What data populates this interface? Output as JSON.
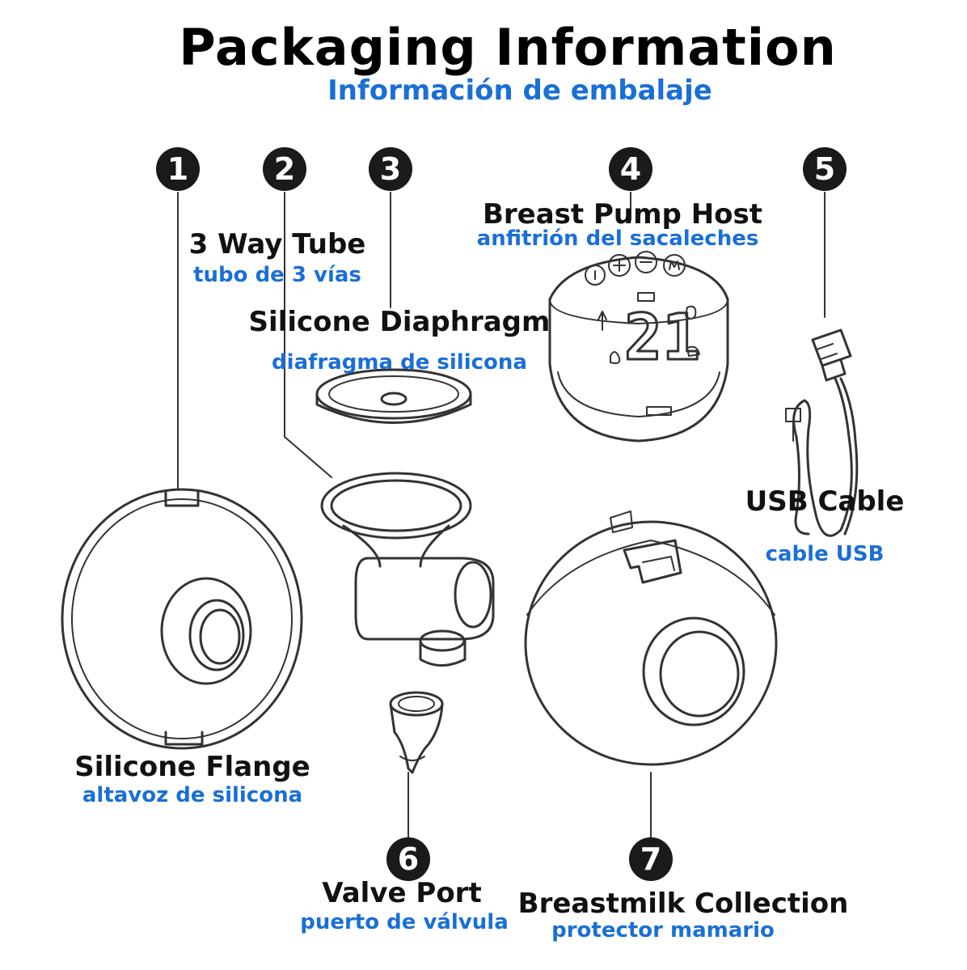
{
  "title": "Packaging Information",
  "subtitle": "Información de embalaje",
  "display_reading": "21",
  "parts": [
    {
      "number": "1",
      "name_en": "Silicone Flange",
      "name_es": "altavoz de silicona"
    },
    {
      "number": "2",
      "name_en": "3 Way Tube",
      "name_es": "tubo de 3 vías"
    },
    {
      "number": "3",
      "name_en": "Silicone Diaphragm",
      "name_es": "diafragma de silicona"
    },
    {
      "number": "4",
      "name_en": "Breast Pump Host",
      "name_es": "anfitrión del sacaleches"
    },
    {
      "number": "5",
      "name_en": "USB Cable",
      "name_es": "cable USB"
    },
    {
      "number": "6",
      "name_en": "Valve Port",
      "name_es": "puerto de válvula"
    },
    {
      "number": "7",
      "name_en": "Breastmilk Collection",
      "name_es": "protector mamario"
    }
  ],
  "colors": {
    "accent_blue": "#1a6fd6",
    "badge": "#1a1a1a",
    "line": "#333333"
  }
}
